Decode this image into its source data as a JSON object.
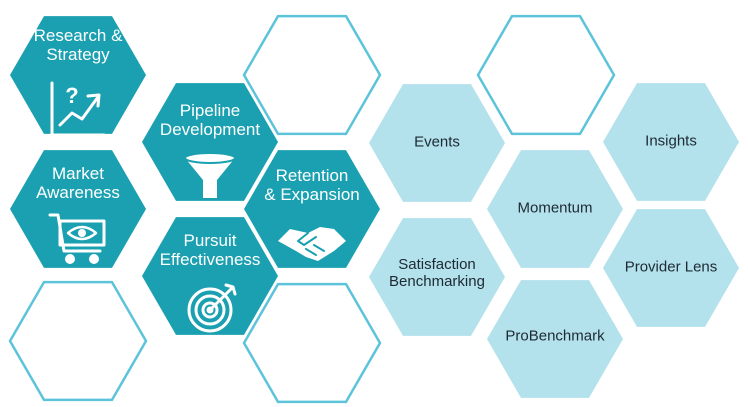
{
  "colors": {
    "dark_fill": "#1aa0b0",
    "light_fill": "#b3e1ec",
    "empty_stroke": "#5cc3da",
    "dark_text": "#ffffff",
    "light_text": "#1e2a33"
  },
  "hexes": [
    {
      "id": "research",
      "style": "dark",
      "label": "Research & Strategy",
      "icon": "chart-question-icon"
    },
    {
      "id": "market",
      "style": "dark",
      "label": "Market Awareness",
      "icon": "cart-eye-icon"
    },
    {
      "id": "empty-left",
      "style": "empty",
      "label": ""
    },
    {
      "id": "pipeline",
      "style": "dark",
      "label": "Pipeline Development",
      "icon": "funnel-icon"
    },
    {
      "id": "pursuit",
      "style": "dark",
      "label": "Pursuit Effectiveness",
      "icon": "target-icon"
    },
    {
      "id": "empty-top",
      "style": "empty",
      "label": ""
    },
    {
      "id": "retention",
      "style": "dark",
      "label": "Retention & Expansion",
      "icon": "handshake-icon"
    },
    {
      "id": "empty-bottom",
      "style": "empty",
      "label": ""
    },
    {
      "id": "events",
      "style": "light",
      "label": "Events"
    },
    {
      "id": "satisfaction",
      "style": "light",
      "label": "Satisfaction Benchmarking"
    },
    {
      "id": "empty-top-right",
      "style": "empty",
      "label": ""
    },
    {
      "id": "momentum",
      "style": "light",
      "label": "Momentum"
    },
    {
      "id": "probenchmark",
      "style": "light",
      "label": "ProBenchmark"
    },
    {
      "id": "insights",
      "style": "light",
      "label": "Insights"
    },
    {
      "id": "provider-lens",
      "style": "light",
      "label": "Provider Lens"
    }
  ]
}
